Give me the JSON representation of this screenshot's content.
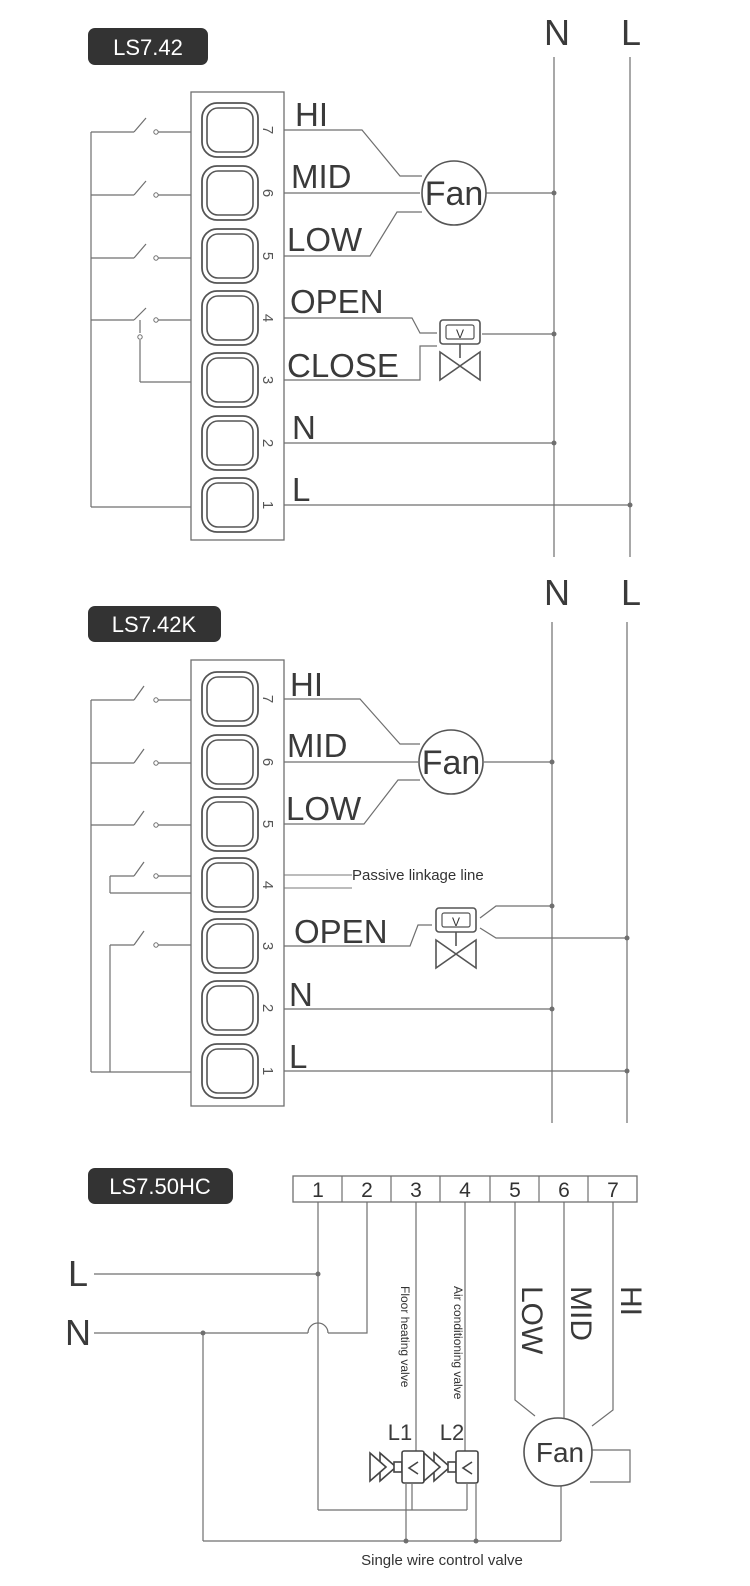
{
  "sections": [
    {
      "model": "LS7.42",
      "terminal_labels": [
        "HI",
        "MID",
        "LOW",
        "OPEN",
        "CLOSE",
        "N",
        "L"
      ],
      "terminal_numbers": [
        "7",
        "6",
        "5",
        "4",
        "3",
        "2",
        "1"
      ],
      "fan_label": "Fan",
      "valve_letter": "V",
      "bus_labels": [
        "N",
        "L"
      ]
    },
    {
      "model": "LS7.42K",
      "terminal_labels": [
        "HI",
        "MID",
        "LOW",
        "OPEN",
        "N",
        "L"
      ],
      "terminal_numbers": [
        "7",
        "6",
        "5",
        "4",
        "3",
        "2",
        "1"
      ],
      "passive_label": "Passive linkage line",
      "fan_label": "Fan",
      "valve_letter": "V",
      "bus_labels": [
        "N",
        "L"
      ]
    },
    {
      "model": "LS7.50HC",
      "header_numbers": [
        "1",
        "2",
        "3",
        "4",
        "5",
        "6",
        "7"
      ],
      "line_labels": [
        "L",
        "N"
      ],
      "speed_labels": [
        "LOW",
        "MID",
        "HI"
      ],
      "valve_labels": [
        "Floor heating valve",
        "Air conditioning valve"
      ],
      "valve_ids": [
        "L1",
        "L2"
      ],
      "fan_label": "Fan",
      "bottom_label": "Single wire control valve"
    }
  ]
}
